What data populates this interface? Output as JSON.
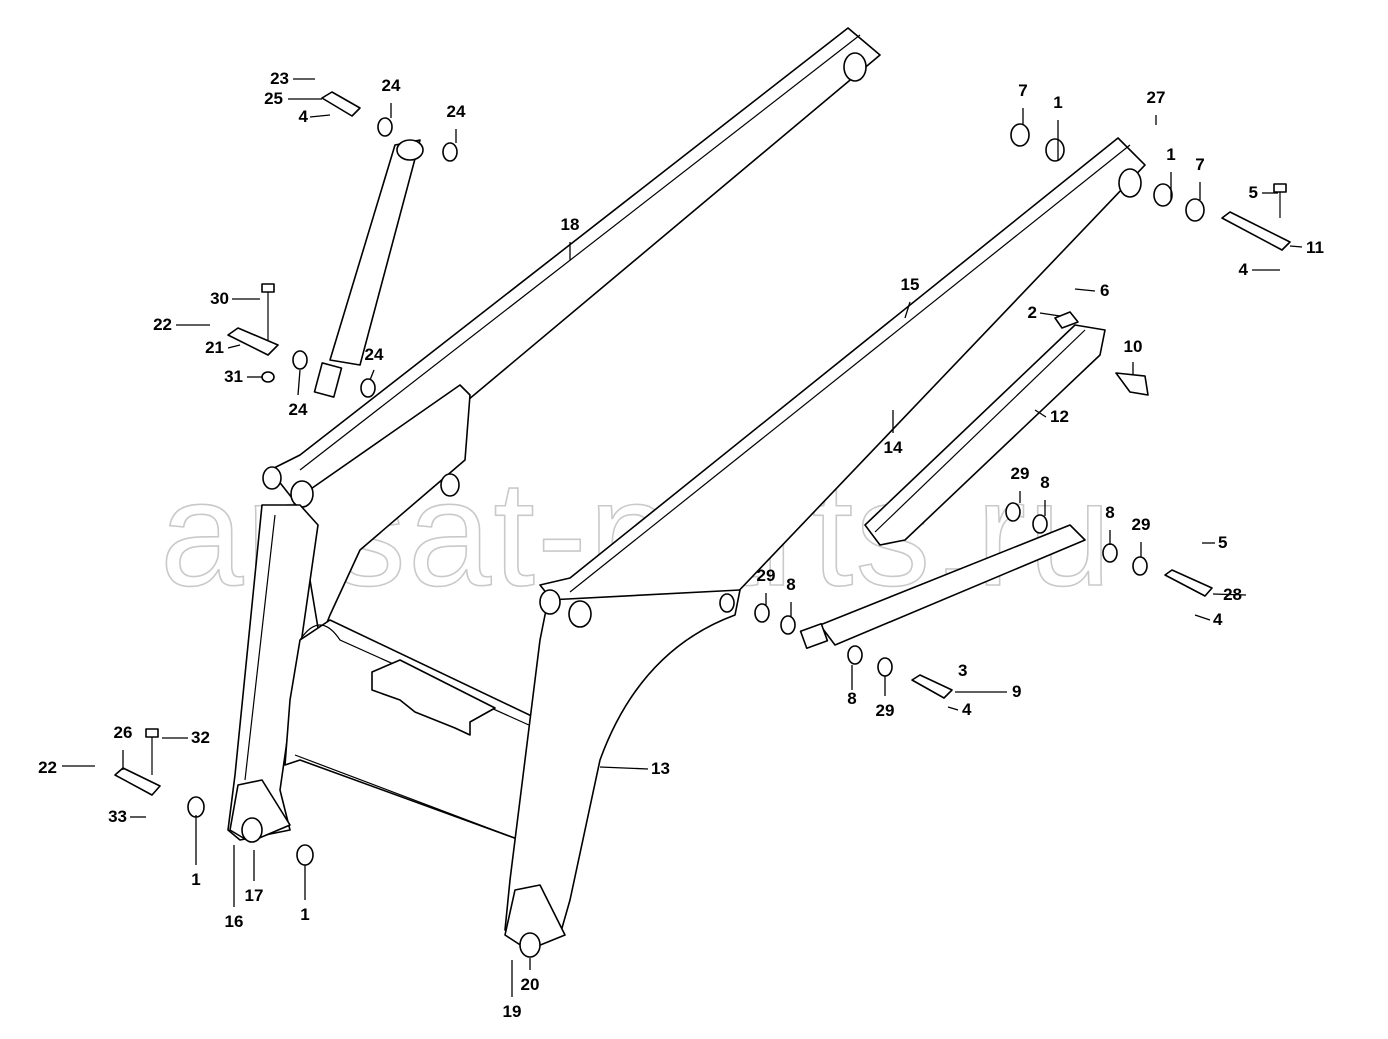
{
  "watermark": "ansat-parts.ru",
  "callouts": [
    {
      "label": "1"
    },
    {
      "label": "1"
    },
    {
      "label": "1"
    },
    {
      "label": "1"
    },
    {
      "label": "2"
    },
    {
      "label": "3"
    },
    {
      "label": "4"
    },
    {
      "label": "4"
    },
    {
      "label": "4"
    },
    {
      "label": "4"
    },
    {
      "label": "5"
    },
    {
      "label": "5"
    },
    {
      "label": "6"
    },
    {
      "label": "7"
    },
    {
      "label": "7"
    },
    {
      "label": "8"
    },
    {
      "label": "8"
    },
    {
      "label": "8"
    },
    {
      "label": "8"
    },
    {
      "label": "9"
    },
    {
      "label": "10"
    },
    {
      "label": "11"
    },
    {
      "label": "12"
    },
    {
      "label": "13"
    },
    {
      "label": "14"
    },
    {
      "label": "15"
    },
    {
      "label": "16"
    },
    {
      "label": "17"
    },
    {
      "label": "18"
    },
    {
      "label": "19"
    },
    {
      "label": "20"
    },
    {
      "label": "21"
    },
    {
      "label": "22"
    },
    {
      "label": "22"
    },
    {
      "label": "23"
    },
    {
      "label": "24"
    },
    {
      "label": "24"
    },
    {
      "label": "24"
    },
    {
      "label": "24"
    },
    {
      "label": "25"
    },
    {
      "label": "26"
    },
    {
      "label": "27"
    },
    {
      "label": "28"
    },
    {
      "label": "29"
    },
    {
      "label": "29"
    },
    {
      "label": "29"
    },
    {
      "label": "29"
    },
    {
      "label": "30"
    },
    {
      "label": "31"
    },
    {
      "label": "32"
    },
    {
      "label": "33"
    }
  ]
}
